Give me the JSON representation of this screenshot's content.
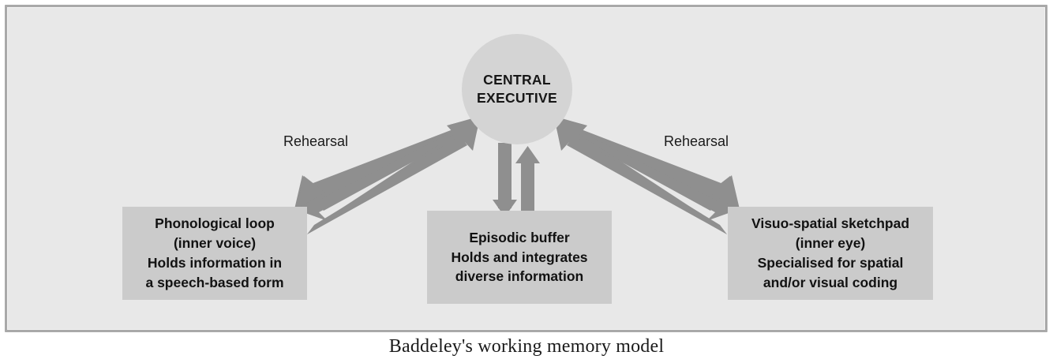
{
  "diagram": {
    "title": "Baddeley's working memory model",
    "frame": {
      "background_color": "#e8e8e8",
      "border_color": "#a9a9a9"
    },
    "central": {
      "name": "central-executive",
      "line1": "CENTRAL",
      "line2": "EXECUTIVE",
      "shape": "circle",
      "fill_color": "#d4d4d4"
    },
    "components": [
      {
        "id": "phonological-loop",
        "lines": [
          "Phonological loop",
          "(inner voice)",
          "Holds information in",
          "a speech-based form"
        ],
        "fill_color": "#cbcbcb"
      },
      {
        "id": "episodic-buffer",
        "lines": [
          "Episodic buffer",
          "Holds and integrates",
          "diverse information"
        ],
        "fill_color": "#cbcbcb"
      },
      {
        "id": "visuo-spatial-sketchpad",
        "lines": [
          "Visuo-spatial sketchpad",
          "(inner eye)",
          "Specialised for spatial",
          "and/or visual coding"
        ],
        "fill_color": "#cbcbcb"
      }
    ],
    "edge_labels": {
      "left": "Rehearsal",
      "right": "Rehearsal"
    },
    "arrows": {
      "color": "#8f8f8f",
      "items": [
        {
          "id": "central-to-phonological",
          "direction": "down-left",
          "label": "Rehearsal"
        },
        {
          "id": "phonological-to-central",
          "direction": "up-right",
          "label": "Rehearsal"
        },
        {
          "id": "central-to-visuospatial",
          "direction": "down-right",
          "label": "Rehearsal"
        },
        {
          "id": "visuospatial-to-central",
          "direction": "up-left",
          "label": "Rehearsal"
        },
        {
          "id": "central-to-episodic",
          "direction": "down",
          "label": ""
        },
        {
          "id": "episodic-to-central",
          "direction": "up",
          "label": ""
        }
      ]
    }
  },
  "caption": {
    "text": "Baddeley's working memory model"
  }
}
